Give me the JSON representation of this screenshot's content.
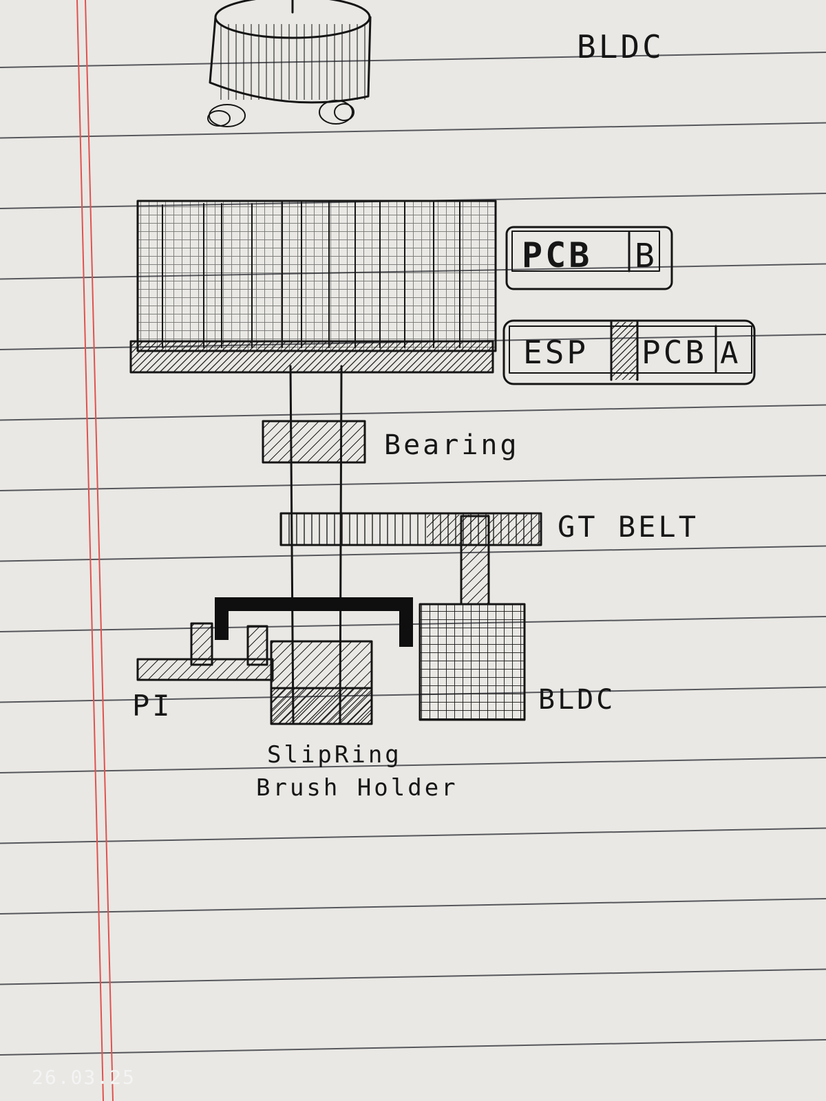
{
  "labels": {
    "bldc_top": "BLDC",
    "pcb_b_left": "PCB",
    "pcb_b_right": "B",
    "esp": "ESP",
    "pcb_a_left": "PCB",
    "pcb_a_right": "A",
    "bearing": "Bearing",
    "gt_belt": "GT BELT",
    "pi": "PI",
    "slip_ring_line1": "SlipRing",
    "slip_ring_line2": "Brush Holder",
    "bldc_bottom": "BLDC"
  },
  "date_stamp": "26.03.25",
  "colors": {
    "paper": "#e9e8e4",
    "rule_line": "#2d2f36",
    "margin_line": "#e0524f",
    "ink": "#151515"
  }
}
